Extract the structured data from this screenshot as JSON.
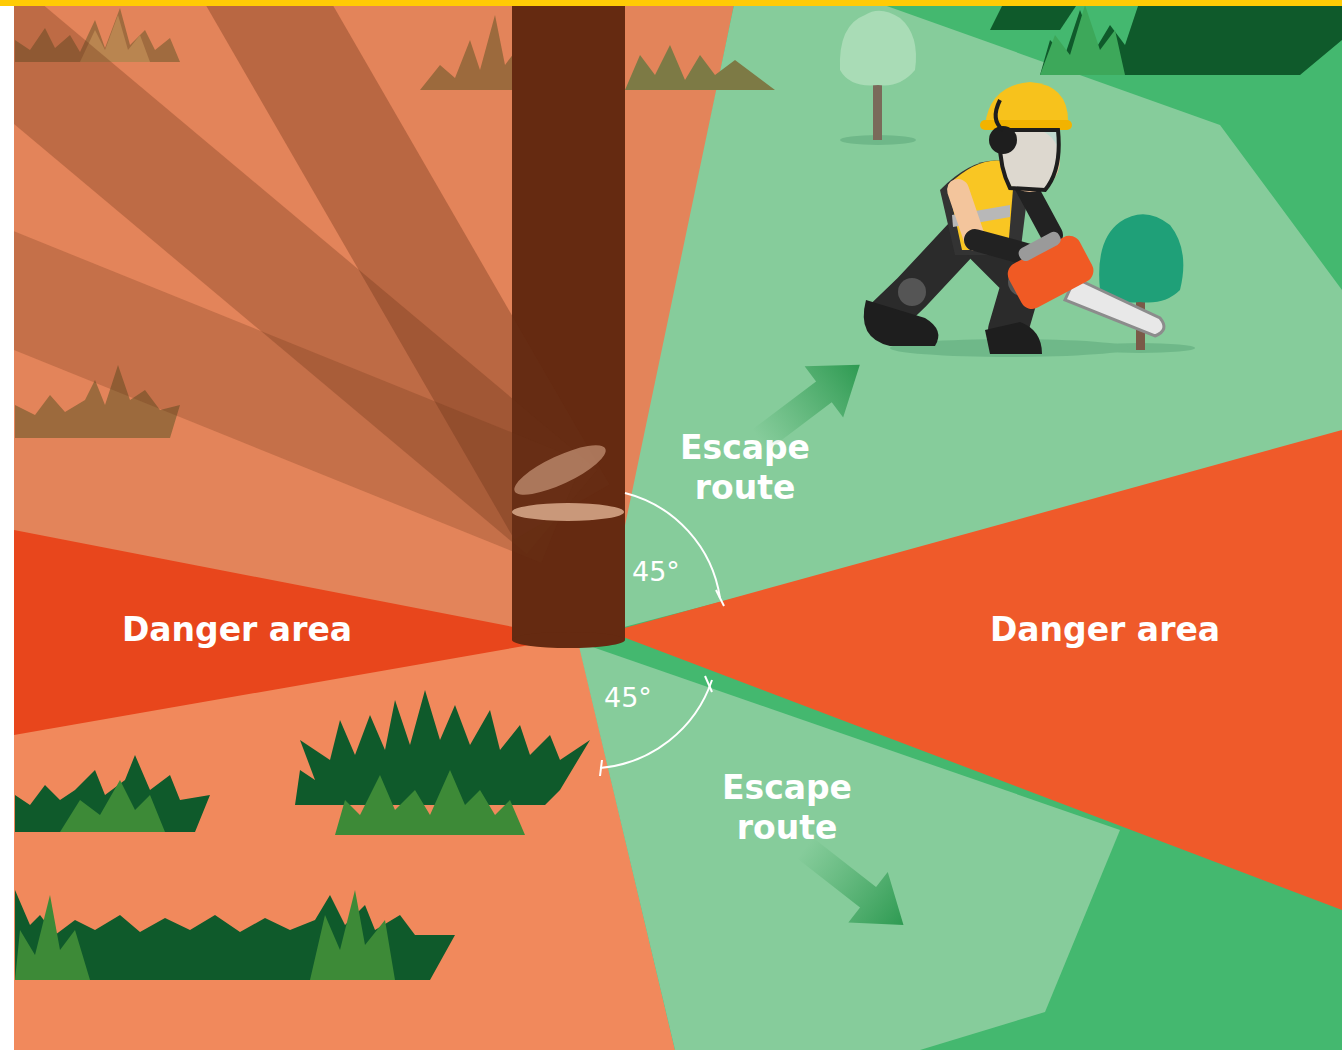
{
  "diagram": {
    "nodes": [
      {
        "text": [
          "Escape route"
        ]
      },
      {
        "text": [
          "Danger area"
        ]
      },
      {
        "text": [
          "Danger area"
        ]
      },
      {
        "text": [
          "Escape route"
        ]
      }
    ],
    "labels": [
      "45°",
      "45°"
    ]
  }
}
